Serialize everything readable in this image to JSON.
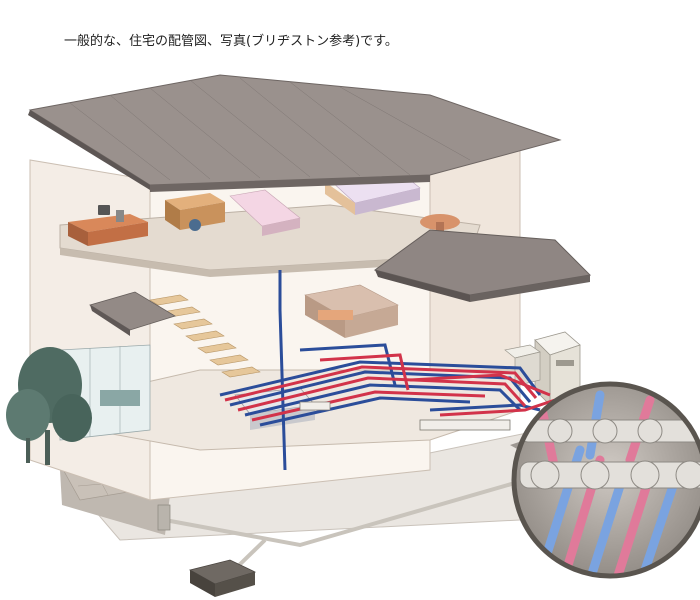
{
  "caption": "一般的な、住宅の配管図、写真(ブリヂストン参考)です。",
  "colors": {
    "hot_water_pipe": "#d2334a",
    "cold_water_pipe": "#2b4d9a",
    "roof": "#8f8683",
    "wall": "#f3ebe4",
    "floor": "#d9d0c6",
    "tree": "#4f6b62"
  },
  "icons": {
    "pipes": "hot-and-cold-water-pipes",
    "boiler": "water-heater-unit",
    "manifold": "pipe-header-manifold",
    "detail_photo": "magnified-pipe-photo"
  }
}
